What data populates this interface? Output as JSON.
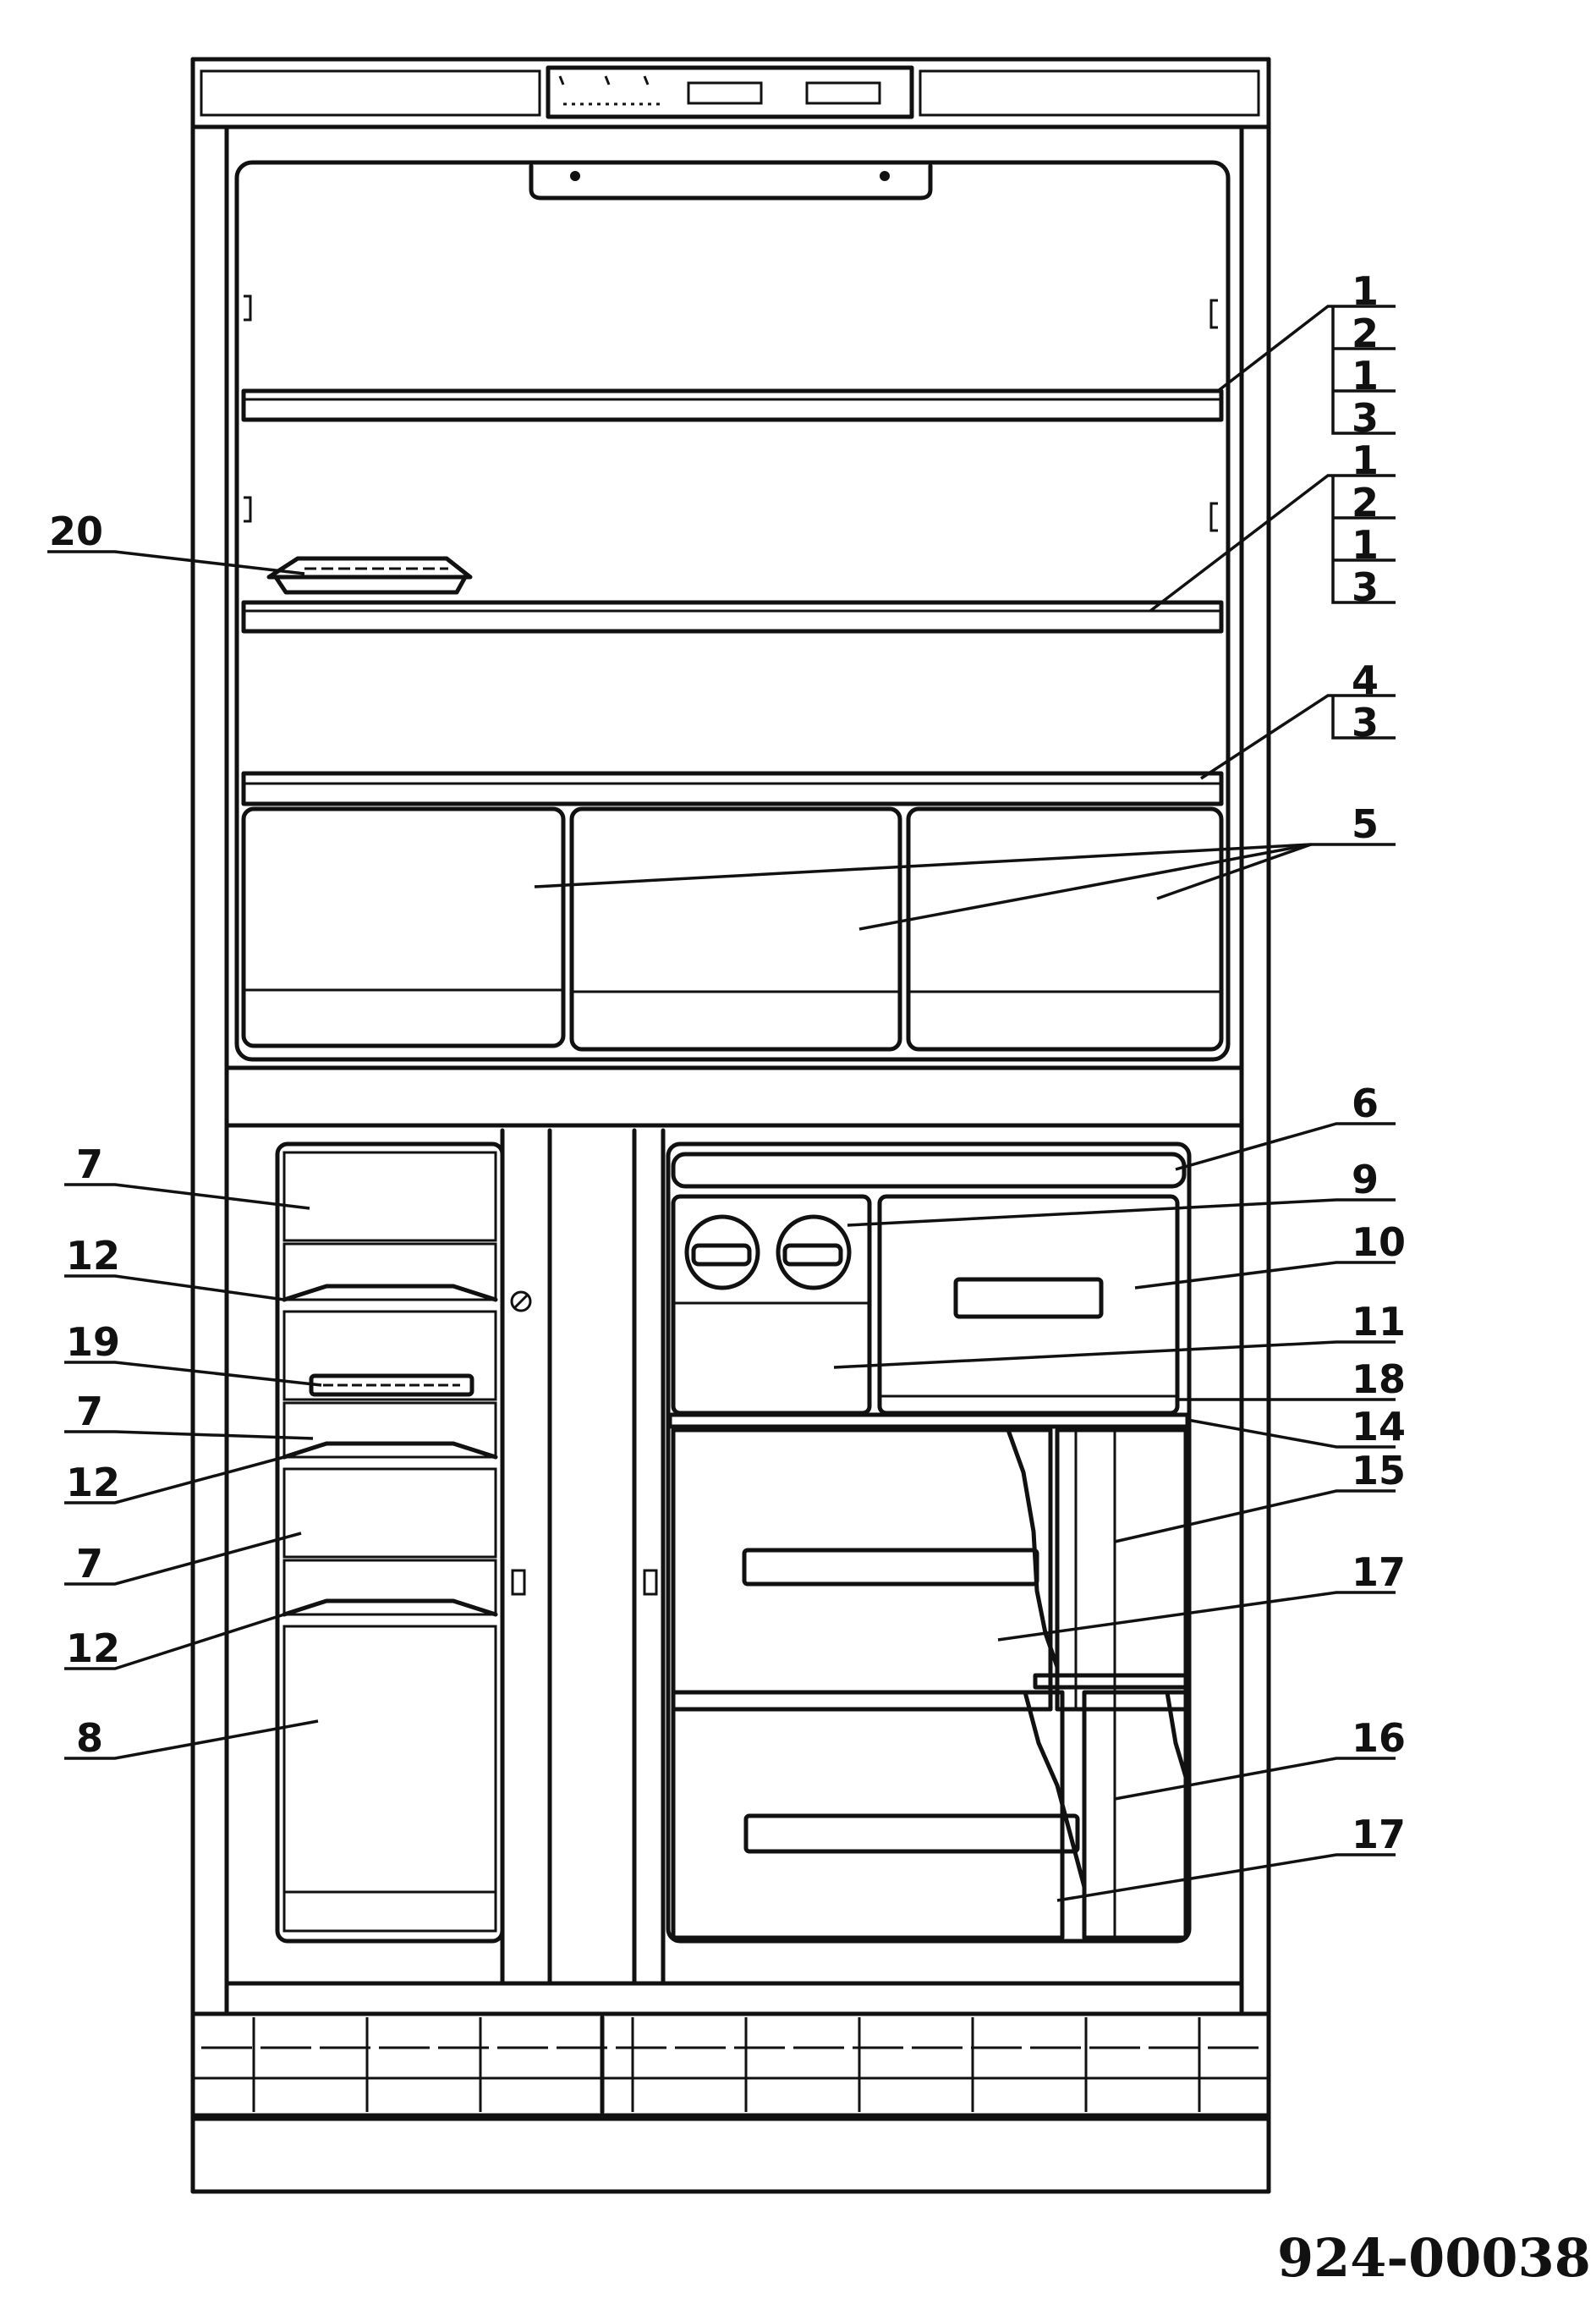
{
  "document_number": "924-00038",
  "callouts": [
    "1",
    "2",
    "1",
    "3",
    "1",
    "2",
    "1",
    "3",
    "20",
    "4",
    "3",
    "5",
    "6",
    "7",
    "9",
    "10",
    "12",
    "19",
    "11",
    "18",
    "7",
    "14",
    "12",
    "15",
    "7",
    "17",
    "12",
    "8",
    "16",
    "17"
  ]
}
